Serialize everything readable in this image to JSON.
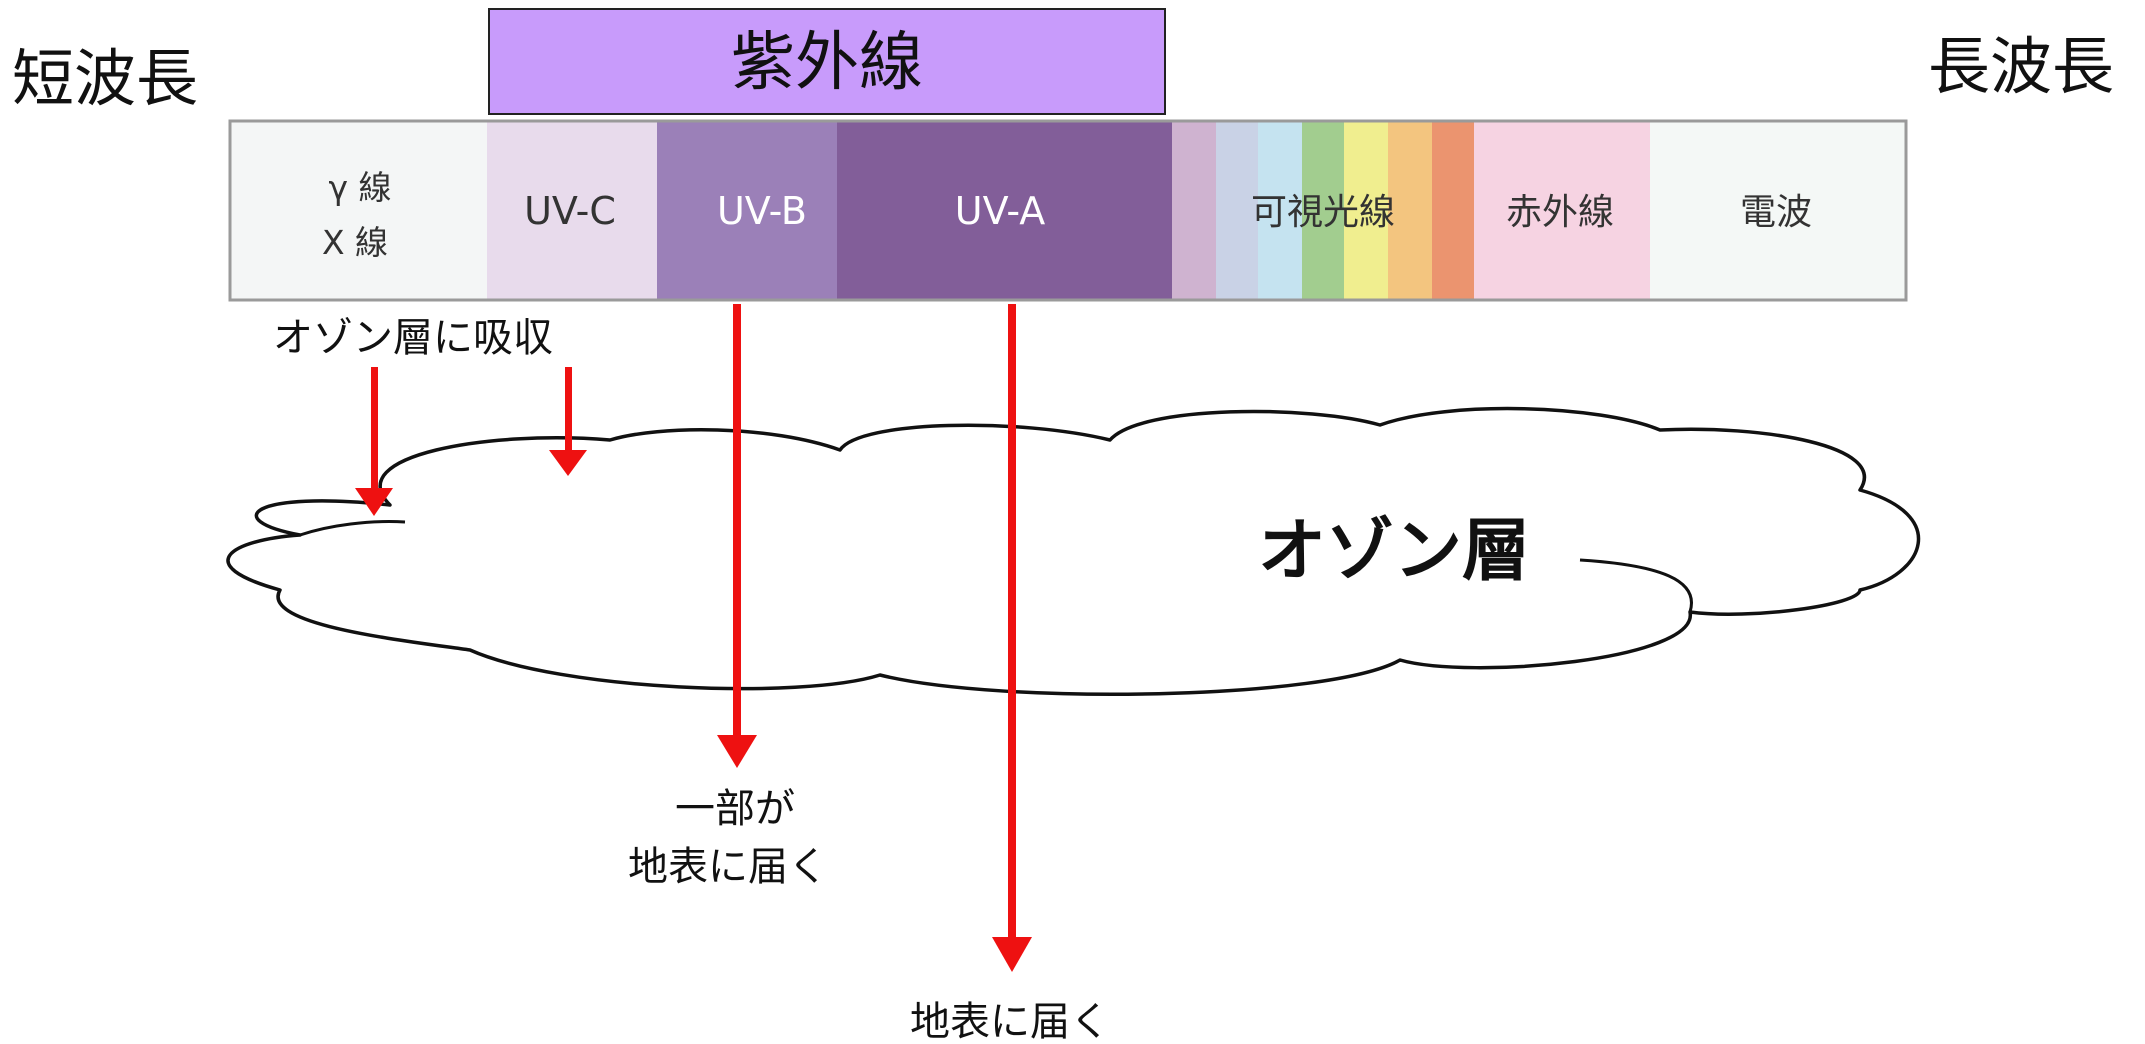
{
  "labels": {
    "short_wavelength": "短波長",
    "long_wavelength": "長波長",
    "ultraviolet": "紫外線",
    "absorbed_by_ozone": "オゾン層に吸収",
    "ozone_layer": "オゾン層",
    "partially_reaches_line1": "一部が",
    "partially_reaches_line2": "地表に届く",
    "reaches_surface": "地表に届く"
  },
  "spectrum": [
    {
      "id": "gamma-xray",
      "lines": [
        "γ 線",
        "X 線"
      ],
      "color": "#f4f6f6",
      "text_color": "#333333"
    },
    {
      "id": "uv-c",
      "lines": [
        "UV-C"
      ],
      "color": "#e8dbec",
      "text_color": "#333333"
    },
    {
      "id": "uv-b",
      "lines": [
        "UV-B"
      ],
      "color": "#9b80b8",
      "text_color": "#ffffff"
    },
    {
      "id": "uv-a",
      "lines": [
        "UV-A"
      ],
      "color": "#825e99",
      "text_color": "#ffffff"
    },
    {
      "id": "visible",
      "lines": [
        "可視光線"
      ],
      "color": "",
      "text_color": "#333333",
      "band_colors": [
        "#cfb3d0",
        "#c9d2e6",
        "#c5e3f0",
        "#a2cd8f",
        "#f0ee8f",
        "#f3c57f",
        "#eb946f"
      ]
    },
    {
      "id": "infrared",
      "lines": [
        "赤外線"
      ],
      "color": "#f6d3e2",
      "text_color": "#333333"
    },
    {
      "id": "radio",
      "lines": [
        "電波"
      ],
      "color": "#f4f8f6",
      "text_color": "#333333"
    }
  ],
  "colors": {
    "arrow": "#ee1111",
    "ultraviolet_box": "#c89bfb",
    "outline": "#9a9a9a",
    "cloud_stroke": "#111111"
  }
}
